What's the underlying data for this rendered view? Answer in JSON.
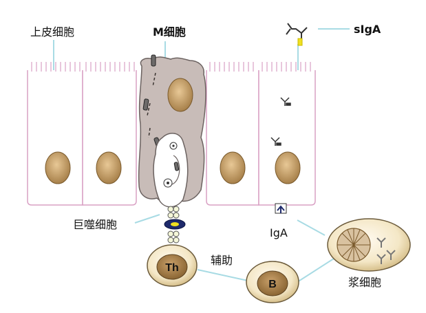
{
  "labels": {
    "epithelial_cell": "上皮细胞",
    "m_cell": "M细胞",
    "siga": "sIgA",
    "macrophage": "巨噬细胞",
    "iga": "IgA",
    "helper": "辅助",
    "plasma_cell": "浆细胞"
  },
  "cells": {
    "th": "Th",
    "b": "B"
  },
  "colors": {
    "epithelium_outline": "#d9a0c4",
    "m_cell_fill": "#c8bcb8",
    "nucleus_fill": "#c9a36e",
    "connector_line": "#a8dbe4",
    "antigen_dark": "#1e2a6b",
    "antigen_yellow": "#f0e020"
  }
}
